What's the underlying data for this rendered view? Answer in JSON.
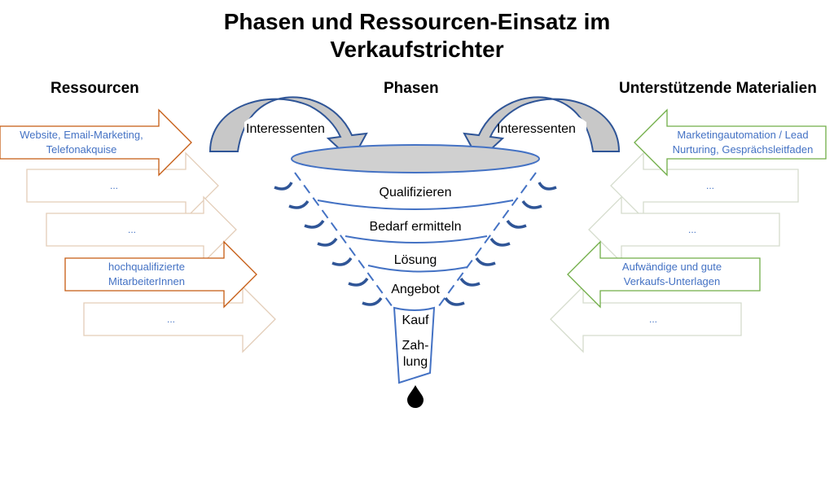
{
  "title": "Phasen und Ressourcen-Einsatz im Verkaufstrichter",
  "title_lines": [
    "Phasen und Ressourcen-Einsatz im",
    "Verkaufstrichter"
  ],
  "headers": {
    "left": "Ressourcen",
    "center": "Phasen",
    "right": "Unterstützende Materialien"
  },
  "resources": [
    {
      "lines": [
        "Website, Email-Marketing,",
        "Telefonakquise"
      ]
    },
    {
      "lines": [
        "..."
      ]
    },
    {
      "lines": [
        "..."
      ]
    },
    {
      "lines": [
        "hochqualifizierte",
        "MitarbeiterInnen"
      ]
    },
    {
      "lines": [
        "..."
      ]
    }
  ],
  "materials": [
    {
      "lines": [
        "Marketingautomation / Lead",
        "Nurturing, Gesprächsleitfaden"
      ]
    },
    {
      "lines": [
        "..."
      ]
    },
    {
      "lines": [
        "..."
      ]
    },
    {
      "lines": [
        "Aufwändige und gute",
        "Verkaufs-Unterlagen"
      ]
    },
    {
      "lines": [
        "..."
      ]
    }
  ],
  "inflow": {
    "left": "Interessenten",
    "right": "Interessenten"
  },
  "phases": [
    "Qualifizieren",
    "Bedarf ermitteln",
    "Lösung",
    "Angebot",
    "Kauf",
    "Zah-",
    "lung"
  ],
  "colors": {
    "resources": "#C55A11",
    "materials": "#70AD47",
    "funnel": "#4472C4",
    "text": "#4472C4",
    "arc": "#2F5597"
  }
}
